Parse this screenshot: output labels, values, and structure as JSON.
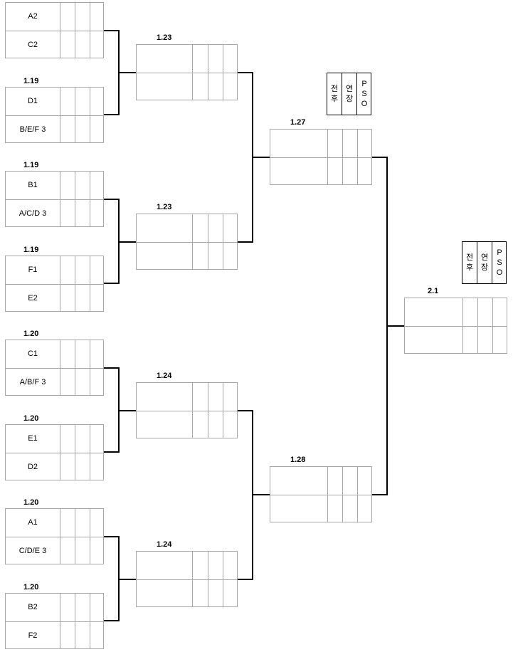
{
  "round1": [
    {
      "date": "",
      "team_top": "A2",
      "team_bottom": "C2"
    },
    {
      "date": "1.19",
      "team_top": "D1",
      "team_bottom": "B/E/F 3"
    },
    {
      "date": "1.19",
      "team_top": "B1",
      "team_bottom": "A/C/D 3"
    },
    {
      "date": "1.19",
      "team_top": "F1",
      "team_bottom": "E2"
    },
    {
      "date": "1.20",
      "team_top": "C1",
      "team_bottom": "A/B/F 3"
    },
    {
      "date": "1.20",
      "team_top": "E1",
      "team_bottom": "D2"
    },
    {
      "date": "1.20",
      "team_top": "A1",
      "team_bottom": "C/D/E 3"
    },
    {
      "date": "1.20",
      "team_top": "B2",
      "team_bottom": "F2"
    }
  ],
  "round2": [
    {
      "date": "1.23"
    },
    {
      "date": "1.23"
    },
    {
      "date": "1.24"
    },
    {
      "date": "1.24"
    }
  ],
  "round3": [
    {
      "date": "1.27"
    },
    {
      "date": "1.28"
    }
  ],
  "final": {
    "date": "2.1"
  },
  "legend": {
    "col1": [
      "전",
      "후"
    ],
    "col2": [
      "연",
      "장"
    ],
    "col3": [
      "P",
      "S",
      "O"
    ]
  }
}
